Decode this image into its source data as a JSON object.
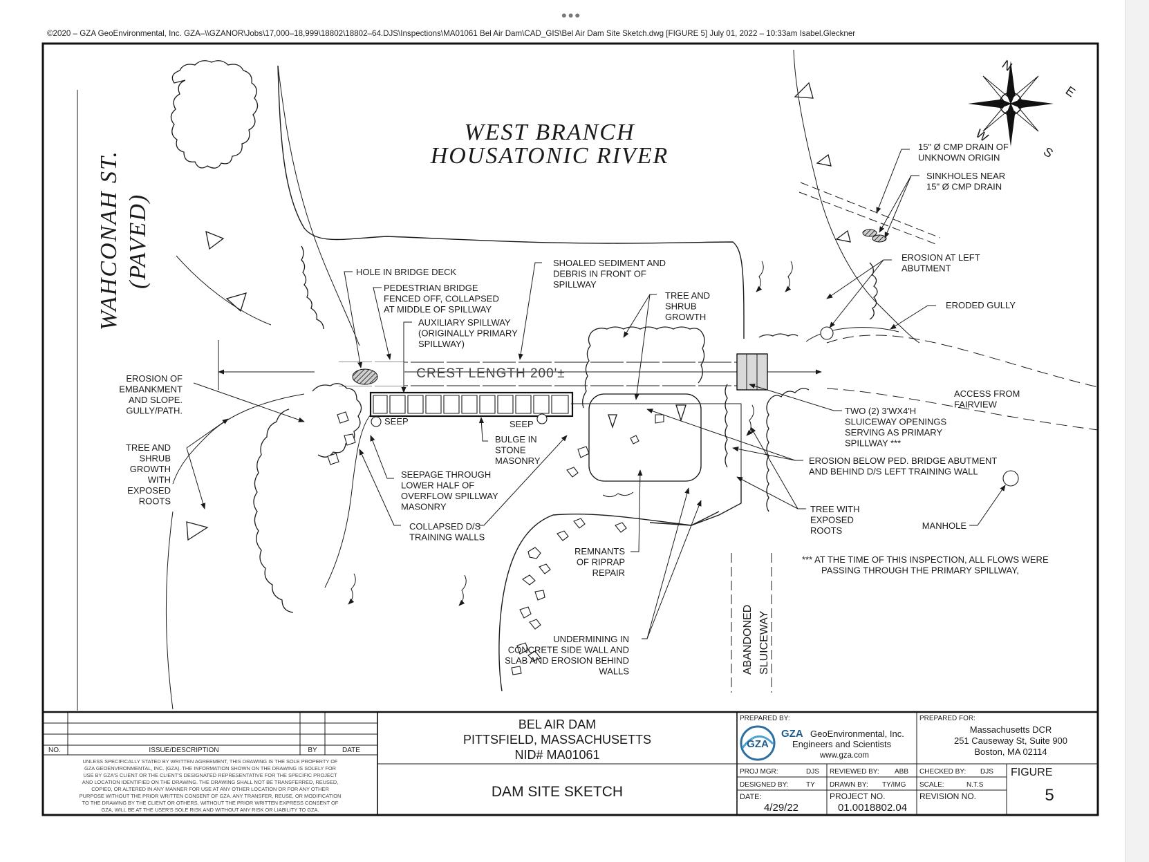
{
  "viewer": {
    "dots": "•••"
  },
  "header": {
    "path_line": "©2020 – GZA GeoEnvironmental, Inc. GZA–\\\\GZANOR\\Jobs\\17,000–18,999\\18802\\18802–64.DJS\\Inspections\\MA01061 Bel Air Dam\\CAD_GIS\\Bel Air Dam Site Sketch.dwg [FIGURE 5] July 01, 2022 – 10:33am Isabel.Gleckner"
  },
  "map": {
    "river_line1": "WEST BRANCH",
    "river_line2": "HOUSATONIC RIVER",
    "street_line1": "WAHCONAH ST.",
    "street_line2": "(PAVED)",
    "crest_length": "CREST LENGTH 200'±",
    "abandoned_line1": "ABANDONED",
    "abandoned_line2": "SLUICEWAY",
    "compass": {
      "n": "N",
      "e": "E",
      "s": "S",
      "w": "W"
    },
    "seep_left": "SEEP",
    "seep_right": "SEEP"
  },
  "callouts": {
    "hole_bridge": [
      "HOLE IN BRIDGE DECK"
    ],
    "ped_bridge": [
      "PEDESTRIAN BRIDGE",
      "FENCED OFF, COLLAPSED",
      "AT MIDDLE OF SPILLWAY"
    ],
    "aux_spillway": [
      "AUXILIARY SPILLWAY",
      "(ORIGINALLY PRIMARY",
      "SPILLWAY)"
    ],
    "shoaled": [
      "SHOALED SEDIMENT AND",
      "DEBRIS IN FRONT OF",
      "SPILLWAY"
    ],
    "tree_shrub_top": [
      "TREE AND",
      "SHRUB",
      "GROWTH"
    ],
    "cmp_drain": [
      "15\" Ø CMP DRAIN OF",
      "UNKNOWN ORIGIN"
    ],
    "sinkholes": [
      "SINKHOLES NEAR",
      "15\" Ø CMP DRAIN"
    ],
    "erosion_left_abut": [
      "EROSION AT LEFT",
      "ABUTMENT"
    ],
    "eroded_gully": [
      "ERODED GULLY"
    ],
    "erosion_embankment": [
      "EROSION OF",
      "EMBANKMENT",
      "AND SLOPE.",
      "GULLY/PATH."
    ],
    "tree_exposed_left": [
      "TREE AND",
      "SHRUB",
      "GROWTH",
      "WITH",
      "EXPOSED",
      "ROOTS"
    ],
    "bulge": [
      "BULGE IN",
      "STONE",
      "MASONRY"
    ],
    "seepage": [
      "SEEPAGE THROUGH",
      "LOWER HALF OF",
      "OVERFLOW SPILLWAY",
      "MASONRY"
    ],
    "collapsed": [
      "COLLAPSED D/S",
      "TRAINING WALLS"
    ],
    "riprap": [
      "REMNANTS",
      "OF RIPRAP",
      "REPAIR"
    ],
    "undermining": [
      "UNDERMINING IN",
      "CONCRETE SIDE WALL AND",
      "SLAB AND EROSION BEHIND",
      "WALLS"
    ],
    "access": [
      "ACCESS FROM",
      "FAIRVIEW"
    ],
    "sluiceway": [
      "TWO (2) 3'WX4'H",
      "SLUICEWAY OPENINGS",
      "SERVING AS PRIMARY",
      "SPILLWAY ***"
    ],
    "erosion_below": [
      "EROSION BELOW PED. BRIDGE ABUTMENT",
      "AND BEHIND D/S LEFT TRAINING WALL"
    ],
    "tree_exposed_roots": [
      "TREE WITH",
      "EXPOSED",
      "ROOTS"
    ],
    "manhole": [
      "MANHOLE"
    ],
    "footnote": [
      "*** AT THE TIME OF THIS INSPECTION, ALL FLOWS WERE",
      "PASSING THROUGH THE PRIMARY SPILLWAY,"
    ]
  },
  "title_block": {
    "rev_no": "NO.",
    "rev_issue": "ISSUE/DESCRIPTION",
    "rev_by": "BY",
    "rev_date": "DATE",
    "disclaimer": [
      "UNLESS SPECIFICALLY STATED BY WRITTEN AGREEMENT, THIS DRAWING IS THE SOLE PROPERTY OF",
      "GZA GEOENVIRONMENTAL, INC. (GZA). THE INFORMATION SHOWN ON THE DRAWING IS SOLELY FOR",
      "USE BY GZA'S CLIENT OR THE CLIENT'S DESIGNATED REPRESENTATIVE FOR THE SPECIFIC PROJECT",
      "AND LOCATION IDENTIFIED ON THE DRAWING. THE DRAWING SHALL NOT BE TRANSFERRED, REUSED,",
      "COPIED, OR ALTERED IN ANY MANNER FOR USE AT ANY OTHER LOCATION OR FOR ANY OTHER",
      "PURPOSE WITHOUT THE PRIOR WRITTEN CONSENT OF GZA. ANY TRANSFER, REUSE, OR MODIFICATION",
      "TO THE DRAWING BY THE CLIENT OR OTHERS, WITHOUT THE PRIOR WRITTEN EXPRESS CONSENT OF",
      "GZA, WILL BE AT THE USER'S SOLE RISK AND WITHOUT ANY RISK OR LIABILITY TO GZA."
    ],
    "project_line1": "BEL AIR DAM",
    "project_line2": "PITTSFIELD, MASSACHUSETTS",
    "project_line3": "NID# MA01061",
    "sheet_title": "DAM SITE SKETCH",
    "prepared_by_label": "PREPARED BY:",
    "gza_bold": "GZA",
    "gza_name": "GeoEnvironmental, Inc.",
    "gza_sub": "Engineers and Scientists",
    "gza_web": "www.gza.com",
    "logo_text": "GZA",
    "prepared_for_label": "PREPARED FOR:",
    "client1": "Massachusetts DCR",
    "client2": "251 Causeway St, Suite 900",
    "client3": "Boston, MA 02114",
    "proj_mgr_label": "PROJ MGR:",
    "proj_mgr": "DJS",
    "reviewed_label": "REVIEWED BY:",
    "reviewed": "ABB",
    "checked_label": "CHECKED BY:",
    "checked": "DJS",
    "designed_label": "DESIGNED BY:",
    "designed": "TY",
    "drawn_label": "DRAWN BY:",
    "drawn": "TY/IMG",
    "scale_label": "SCALE:",
    "scale": "N.T.S",
    "date_label": "DATE:",
    "date": "4/29/22",
    "project_no_label": "PROJECT NO.",
    "project_no": "01.0018802.04",
    "revision_label": "REVISION NO.",
    "figure_label": "FIGURE",
    "figure_no": "5"
  }
}
